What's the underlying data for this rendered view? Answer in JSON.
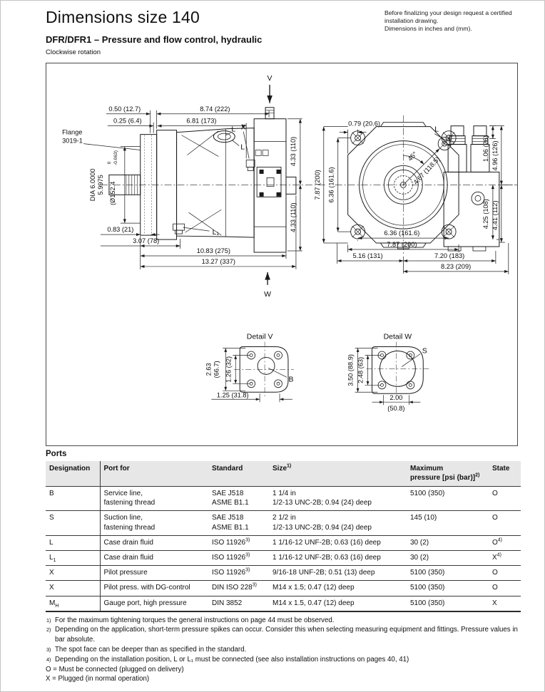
{
  "header": {
    "title": "Dimensions size 140",
    "note1": "Before finalizing your design request a certified",
    "note2": "installation drawing.",
    "note3": "Dimensions in inches and (mm).",
    "subtitle": "DFR/DFR1 – Pressure and flow control, hydraulic",
    "rotation": "Clockwise rotation"
  },
  "drawing": {
    "side": {
      "dim_050": "0.50 (12.7)",
      "dim_874": "8.74 (222)",
      "dim_025": "0.25 (6.4)",
      "dim_681": "6.81 (173)",
      "flange1": "Flange",
      "flange2": "3019-1",
      "dia": [
        "DIA 6.0000",
        "5.9975",
        "(Ø152.4",
        "0",
        "-0.063)"
      ],
      "dim_433": "4.33 (110)",
      "dim_083": "0.83 (21)",
      "dim_307": "3.07 (78)",
      "dim_1083": "10.83 (275)",
      "dim_1327": "13.27 (337)",
      "label_v": "V",
      "label_w": "W",
      "label_x": "X",
      "label_l": "L",
      "label_l1": "L₁"
    },
    "front": {
      "dim_079": "0.79 (20.6)",
      "angle": "45°",
      "dim_467": "4.67 (118.5)",
      "dim_787": "7.87 (200)",
      "dim_636": "6.36 (161.6)",
      "dim_106": "1.06 (26)",
      "dim_496": "4.96 (126)",
      "dim_425": "4.25 (108)",
      "dim_441": "4.41 (112)",
      "dim_516": "5.16 (131)",
      "dim_720": "7.20 (183)",
      "dim_823": "8.23 (209)",
      "label_l": "L"
    },
    "detail_v": {
      "title": "Detail V",
      "dim_263": "2.63",
      "dim_667": "(66.7)",
      "dim_126": "1.26 (32)",
      "dim_125": "1.25 (31.8)",
      "label_b": "B"
    },
    "detail_w": {
      "title": "Detail W",
      "dim_350": "3.50 (88.9)",
      "dim_248": "2.48 (63)",
      "dim_200": "2.00",
      "dim_508": "(50.8)",
      "label_s": "S"
    }
  },
  "ports": {
    "title": "Ports",
    "columns": {
      "designation": "Designation",
      "port_for": "Port for",
      "standard": "Standard",
      "size": "Size",
      "size_sup": "1)",
      "max_line1": "Maximum",
      "max_line2": "pressure [psi (bar)]",
      "max_sup": "2)",
      "state": "State"
    },
    "rows": [
      {
        "d": "B",
        "pf1": "Service line,",
        "pf2": "fastening thread",
        "st1": "SAE J518",
        "st2": "ASME B1.1",
        "sz1": "1 1/4 in",
        "sz2": "1/2-13 UNC-2B; 0.94 (24) deep",
        "mp": "5100 (350)",
        "state": "O"
      },
      {
        "d": "S",
        "pf1": "Suction line,",
        "pf2": "fastening thread",
        "st1": "SAE J518",
        "st2": "ASME B1.1",
        "sz1": "2 1/2 in",
        "sz2": "1/2-13 UNC-2B; 0.94 (24) deep",
        "mp": "145 (10)",
        "state": "O"
      },
      {
        "d": "L",
        "pf1": "Case drain fluid",
        "st1": "ISO 11926",
        "st_sup": "3)",
        "sz1": "1 1/16-12 UNF-2B; 0.63 (16) deep",
        "mp": "30 (2)",
        "state": "O",
        "state_sup": "4)"
      },
      {
        "d": "L",
        "d_sub": "1",
        "pf1": "Case drain fluid",
        "st1": "ISO 11926",
        "st_sup": "3)",
        "sz1": "1 1/16-12 UNF-2B; 0.63 (16) deep",
        "mp": "30 (2)",
        "state": "X",
        "state_sup": "4)"
      },
      {
        "d": "X",
        "pf1": "Pilot pressure",
        "st1": "ISO 11926",
        "st_sup": "3)",
        "sz1": "9/16-18 UNF-2B; 0.51 (13) deep",
        "mp": "5100 (350)",
        "state": "O"
      },
      {
        "d": "X",
        "pf1": "Pilot press. with DG-control",
        "st1": "DIN ISO 228",
        "st_sup": "3)",
        "sz1": "M14 x 1.5; 0.47 (12) deep",
        "mp": "5100 (350)",
        "state": "O"
      },
      {
        "d": "M",
        "d_sub": "H",
        "pf1": "Gauge port, high pressure",
        "st1": "DIN 3852",
        "sz1": "M14 x 1.5, 0.47 (12) deep",
        "mp": "5100 (350)",
        "state": "X"
      }
    ]
  },
  "footnotes": [
    {
      "m": "1)",
      "t": "For the maximum tightening torques the general instructions on page 44 must be observed."
    },
    {
      "m": "2)",
      "t": "Depending on the application, short-term pressure spikes can occur. Consider this when selecting measuring equipment and fittings. Pressure values in bar absolute."
    },
    {
      "m": "3)",
      "t": "The spot face can be deeper than as specified in the standard."
    },
    {
      "m": "4)",
      "t": "Depending on the installation position, L or L₁ must be connected (see also installation instructions on pages 40, 41)"
    },
    {
      "m": "",
      "t": "O = Must be connected (plugged on delivery)"
    },
    {
      "m": "",
      "t": "X = Plugged (in normal operation)"
    }
  ]
}
